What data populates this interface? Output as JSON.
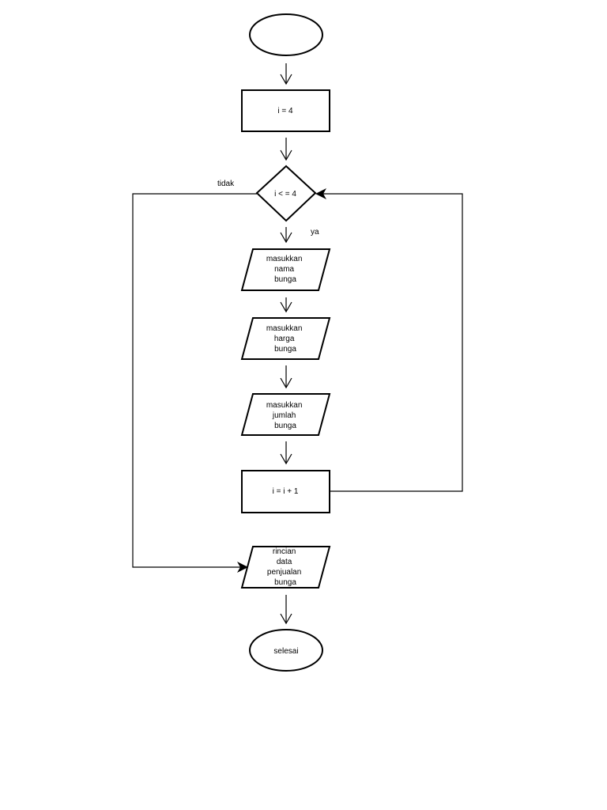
{
  "nodes": {
    "start": {
      "text": ""
    },
    "init": {
      "text": "i = 4"
    },
    "condition": {
      "text": "i < = 4"
    },
    "input_name": {
      "lines": [
        "masukkan",
        "nama",
        "bunga"
      ]
    },
    "input_price": {
      "lines": [
        "masukkan",
        "harga",
        "bunga"
      ]
    },
    "input_qty": {
      "lines": [
        "masukkan",
        "jumlah",
        "bunga"
      ]
    },
    "increment": {
      "text": "i = i + 1"
    },
    "output": {
      "lines": [
        "rincian",
        "data",
        "penjualan",
        "bunga"
      ]
    },
    "end": {
      "text": "selesai"
    }
  },
  "branches": {
    "no": "tidak",
    "yes": "ya"
  },
  "colors": {
    "stroke": "#000000",
    "fill": "#ffffff"
  }
}
